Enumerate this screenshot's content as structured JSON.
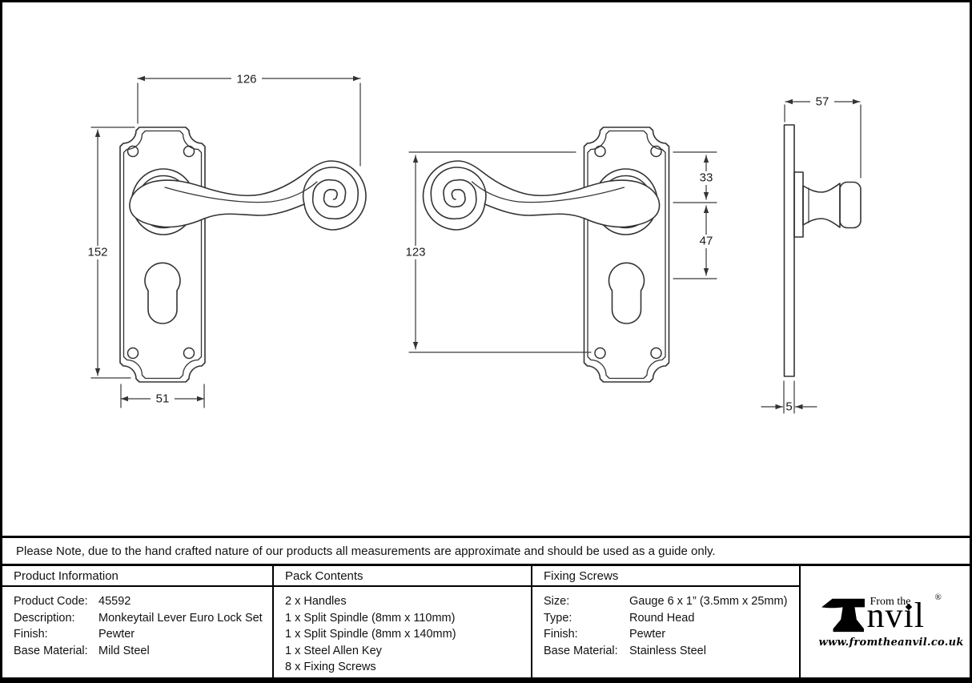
{
  "drawings": {
    "front": {
      "dims": {
        "overall_width": "126",
        "plate_height": "152",
        "plate_width": "51"
      }
    },
    "front_mirrored": {
      "dims": {
        "lever_height": "123",
        "rose_offset": "33",
        "cylinder_offset": "47"
      }
    },
    "side": {
      "dims": {
        "projection": "57",
        "thickness": "5"
      }
    }
  },
  "note": "Please Note, due to the hand crafted nature of our products all measurements are approximate and should be used as a guide only.",
  "table": {
    "product_information": {
      "header": "Product Information",
      "rows": [
        [
          "Product Code:",
          "45592"
        ],
        [
          "Description:",
          "Monkeytail Lever Euro Lock Set"
        ],
        [
          "Finish:",
          "Pewter"
        ],
        [
          "Base Material:",
          "Mild Steel"
        ]
      ]
    },
    "pack_contents": {
      "header": "Pack Contents",
      "items": [
        "2 x Handles",
        "1 x Split Spindle (8mm x 110mm)",
        "1 x Split Spindle (8mm x 140mm)",
        "1 x Steel Allen Key",
        "8 x Fixing Screws"
      ]
    },
    "fixing_screws": {
      "header": "Fixing Screws",
      "rows": [
        [
          "Size:",
          "Gauge 6 x 1” (3.5mm x 25mm)"
        ],
        [
          "Type:",
          "Round Head"
        ],
        [
          "Finish:",
          "Pewter"
        ],
        [
          "Base Material:",
          "Stainless Steel"
        ]
      ]
    }
  },
  "logo": {
    "prefix": "From the",
    "brand": "Anvil",
    "brand_visible_letters": "nvıl",
    "registered": "®",
    "url": "www.fromtheanvil.co.uk"
  },
  "colors": {
    "line": "#2e2e2e",
    "dim_line": "#3a3a3a",
    "border": "#000000",
    "background": "#ffffff"
  }
}
